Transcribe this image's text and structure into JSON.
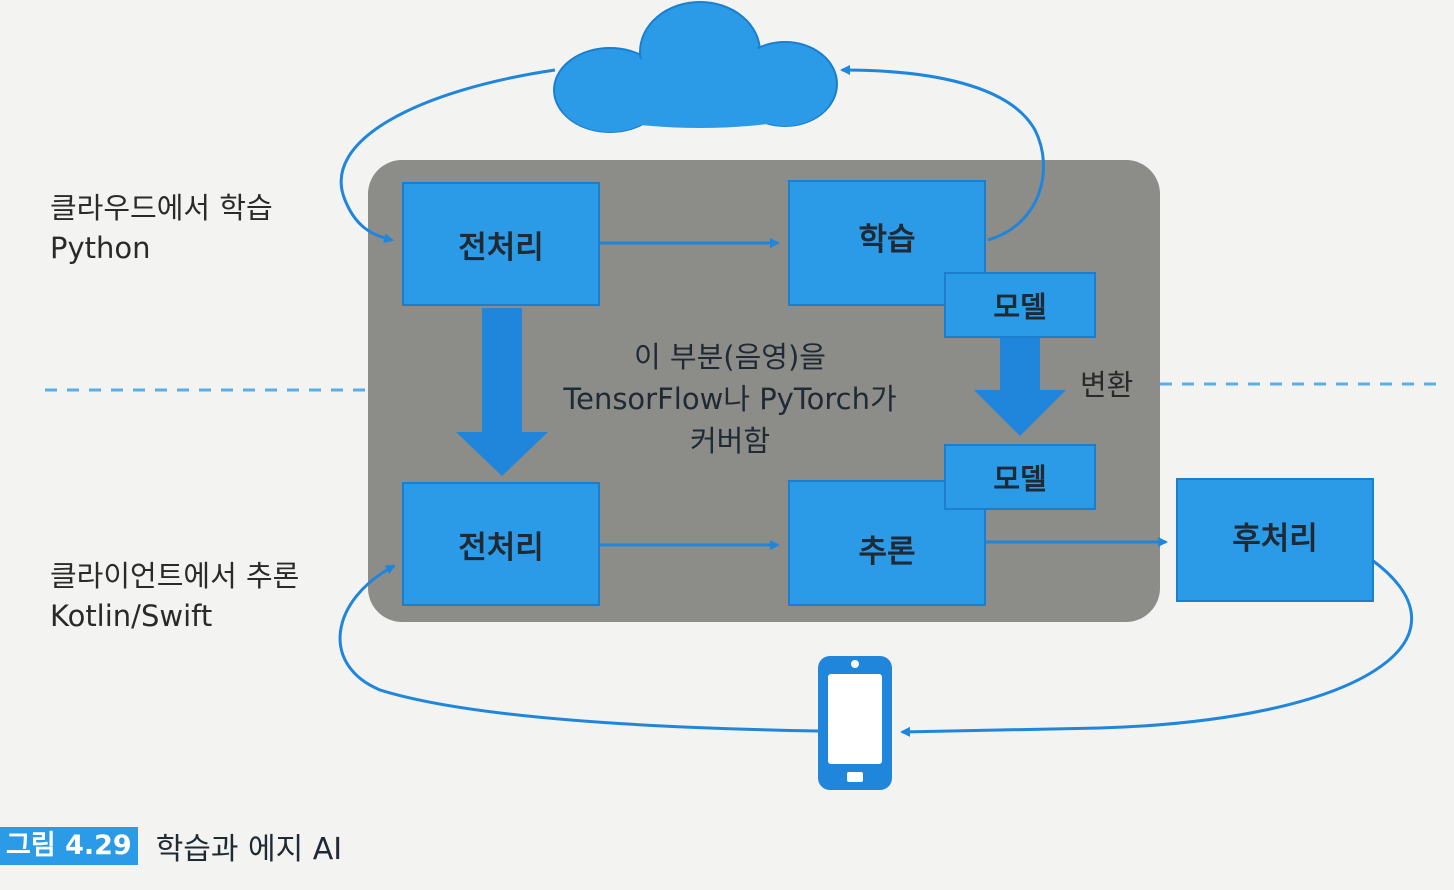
{
  "labels": {
    "cloud_training": "클라우드에서 학습",
    "cloud_language": "Python",
    "client_inference": "클라이언트에서 추론",
    "client_language": "Kotlin/Swift"
  },
  "boxes": {
    "preprocess_top": "전처리",
    "training": "학습",
    "model_top": "모델",
    "model_bottom": "모델",
    "preprocess_bottom": "전처리",
    "inference": "추론",
    "postprocess": "후처리"
  },
  "center_text": {
    "line1": "이 부분(음영)을",
    "line2": "TensorFlow나 PyTorch가",
    "line3": "커버함"
  },
  "convert_label": "변환",
  "caption": {
    "number": "그림 4.29",
    "title": "학습과 에지 AI"
  },
  "colors": {
    "accent_blue": "#2b9be8",
    "shaded_region": "#8c8c89",
    "arrow_blue": "#1f86dc",
    "dashed_line": "#5aaee8"
  },
  "icons": [
    "cloud-icon",
    "smartphone-icon"
  ]
}
